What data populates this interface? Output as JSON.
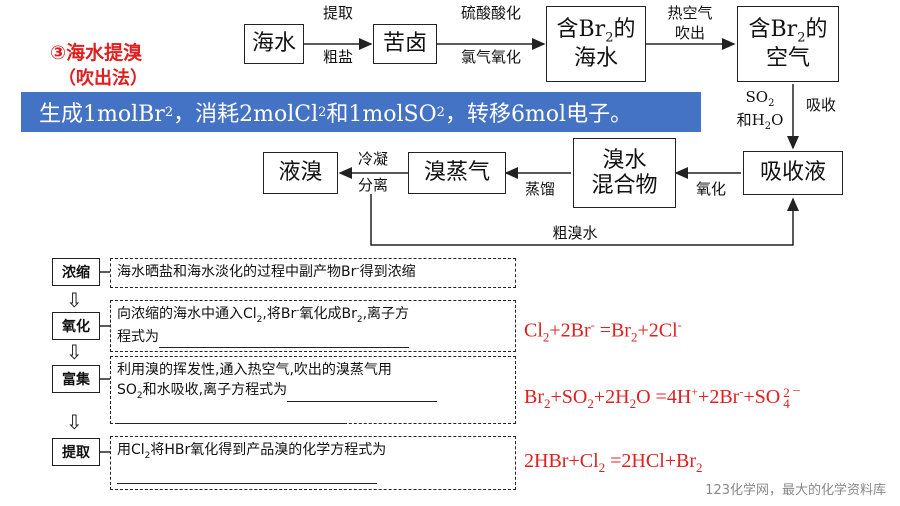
{
  "section": {
    "marker": "③",
    "title": "海水提溴",
    "subtitle": "（吹出法）"
  },
  "flow": {
    "box_seawater": "海水",
    "box_bittern": "苦卤",
    "box_br2_seawater_1": "含Br",
    "box_br2_seawater_2": "的",
    "box_br2_seawater_3": "海水",
    "box_br2_air_1": "含Br",
    "box_br2_air_2": "的",
    "box_br2_air_3": "空气",
    "box_absorb": "吸收液",
    "box_mix_1": "溴水",
    "box_mix_2": "混合物",
    "box_vapor": "溴蒸气",
    "box_liquid": "液溴",
    "arrow1_top": "提取",
    "arrow1_bottom": "粗盐",
    "arrow2_top": "硫酸酸化",
    "arrow2_bottom": "氯气氧化",
    "arrow3_top": "热空气",
    "arrow3_bottom": "吹出",
    "arrow4_left_1": "SO",
    "arrow4_left_2": "和H",
    "arrow4_left_3": "O",
    "arrow4_right": "吸收",
    "arrow5": "氧化",
    "arrow6": "蒸馏",
    "arrow7_top": "冷凝",
    "arrow7_bottom": "分离",
    "loop_label": "粗溴水"
  },
  "banner": {
    "p1": "生成1molBr",
    "p2": "，消耗2molCl",
    "p3": "和1molSO",
    "p4": "，转移6mol电子。"
  },
  "steps": [
    {
      "label": "浓缩",
      "text": "海水晒盐和海水淡化的过程中副产物Br",
      "text_sup": "-",
      "text_end": "得到浓缩"
    },
    {
      "label": "氧化",
      "text_a": "向浓缩的海水中通入Cl",
      "text_b": ",将Br",
      "text_c": "氧化成Br",
      "text_d": ",离子方",
      "text_line2": "程式为"
    },
    {
      "label": "富集",
      "text_a": "利用溴的挥发性,通入热空气,吹出的溴蒸气用",
      "text_b": "SO",
      "text_c": "和水吸收,离子方程式为"
    },
    {
      "label": "提取",
      "text_a": "用Cl",
      "text_b": "将HBr氧化得到产品溴的化学方程式为"
    }
  ],
  "answers": {
    "eq1": {
      "a": "Cl",
      "b": "+2Br",
      "c": " =Br",
      "d": "+2Cl"
    },
    "eq2": {
      "a": "Br",
      "b": "+SO",
      "c": "+2H",
      "d": "O =4H",
      "e": "+2Br",
      "f": "+SO",
      "g": "2",
      "h": "4",
      "i": "−"
    },
    "eq3": {
      "a": "2HBr+Cl",
      "b": " =2HCl+Br"
    }
  },
  "footer": "123化学网，最大的化学资料库",
  "colors": {
    "banner": "#4472c4",
    "answer": "#e02020",
    "marker": "#e02020"
  }
}
